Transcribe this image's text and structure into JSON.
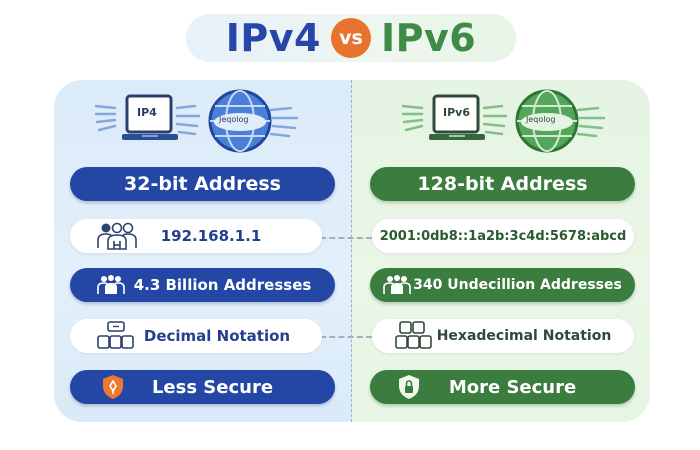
{
  "title": {
    "left": "IPv4",
    "vs": "vs",
    "right": "IPv6"
  },
  "colors": {
    "ipv4_blue": "#2447a6",
    "ipv6_green": "#3a7d3e",
    "vs_orange": "#e8732e",
    "panel_left_bg": "#dcebf9",
    "panel_right_bg": "#e5f4e3"
  },
  "ipv4": {
    "illustration": {
      "laptop_label": "IP4",
      "globe_label": "Jeqolog",
      "laptop_icon": "laptop-icon",
      "globe_icon": "globe-icon"
    },
    "header": "32-bit Address",
    "example": "192.168.1.1",
    "example_icon": "users-icon",
    "capacity": "4.3 Billion Addresses",
    "capacity_icon": "people-group-icon",
    "notation": "Decimal Notation",
    "notation_icon": "network-blocks-icon",
    "security": "Less Secure",
    "security_icon": "shield-warning-icon"
  },
  "ipv6": {
    "illustration": {
      "laptop_label": "IPv6",
      "globe_label": "Jeqolog",
      "laptop_icon": "laptop-icon",
      "globe_icon": "globe-icon"
    },
    "header": "128-bit Address",
    "example": "2001:0db8::1a2b:3c4d:5678:abcd",
    "example_icon": null,
    "capacity": "340 Undecillion Addresses",
    "capacity_icon": "people-group-icon",
    "notation": "Hexadecimal Notation",
    "notation_icon": "network-blocks-icon",
    "security": "More Secure",
    "security_icon": "shield-lock-icon"
  }
}
